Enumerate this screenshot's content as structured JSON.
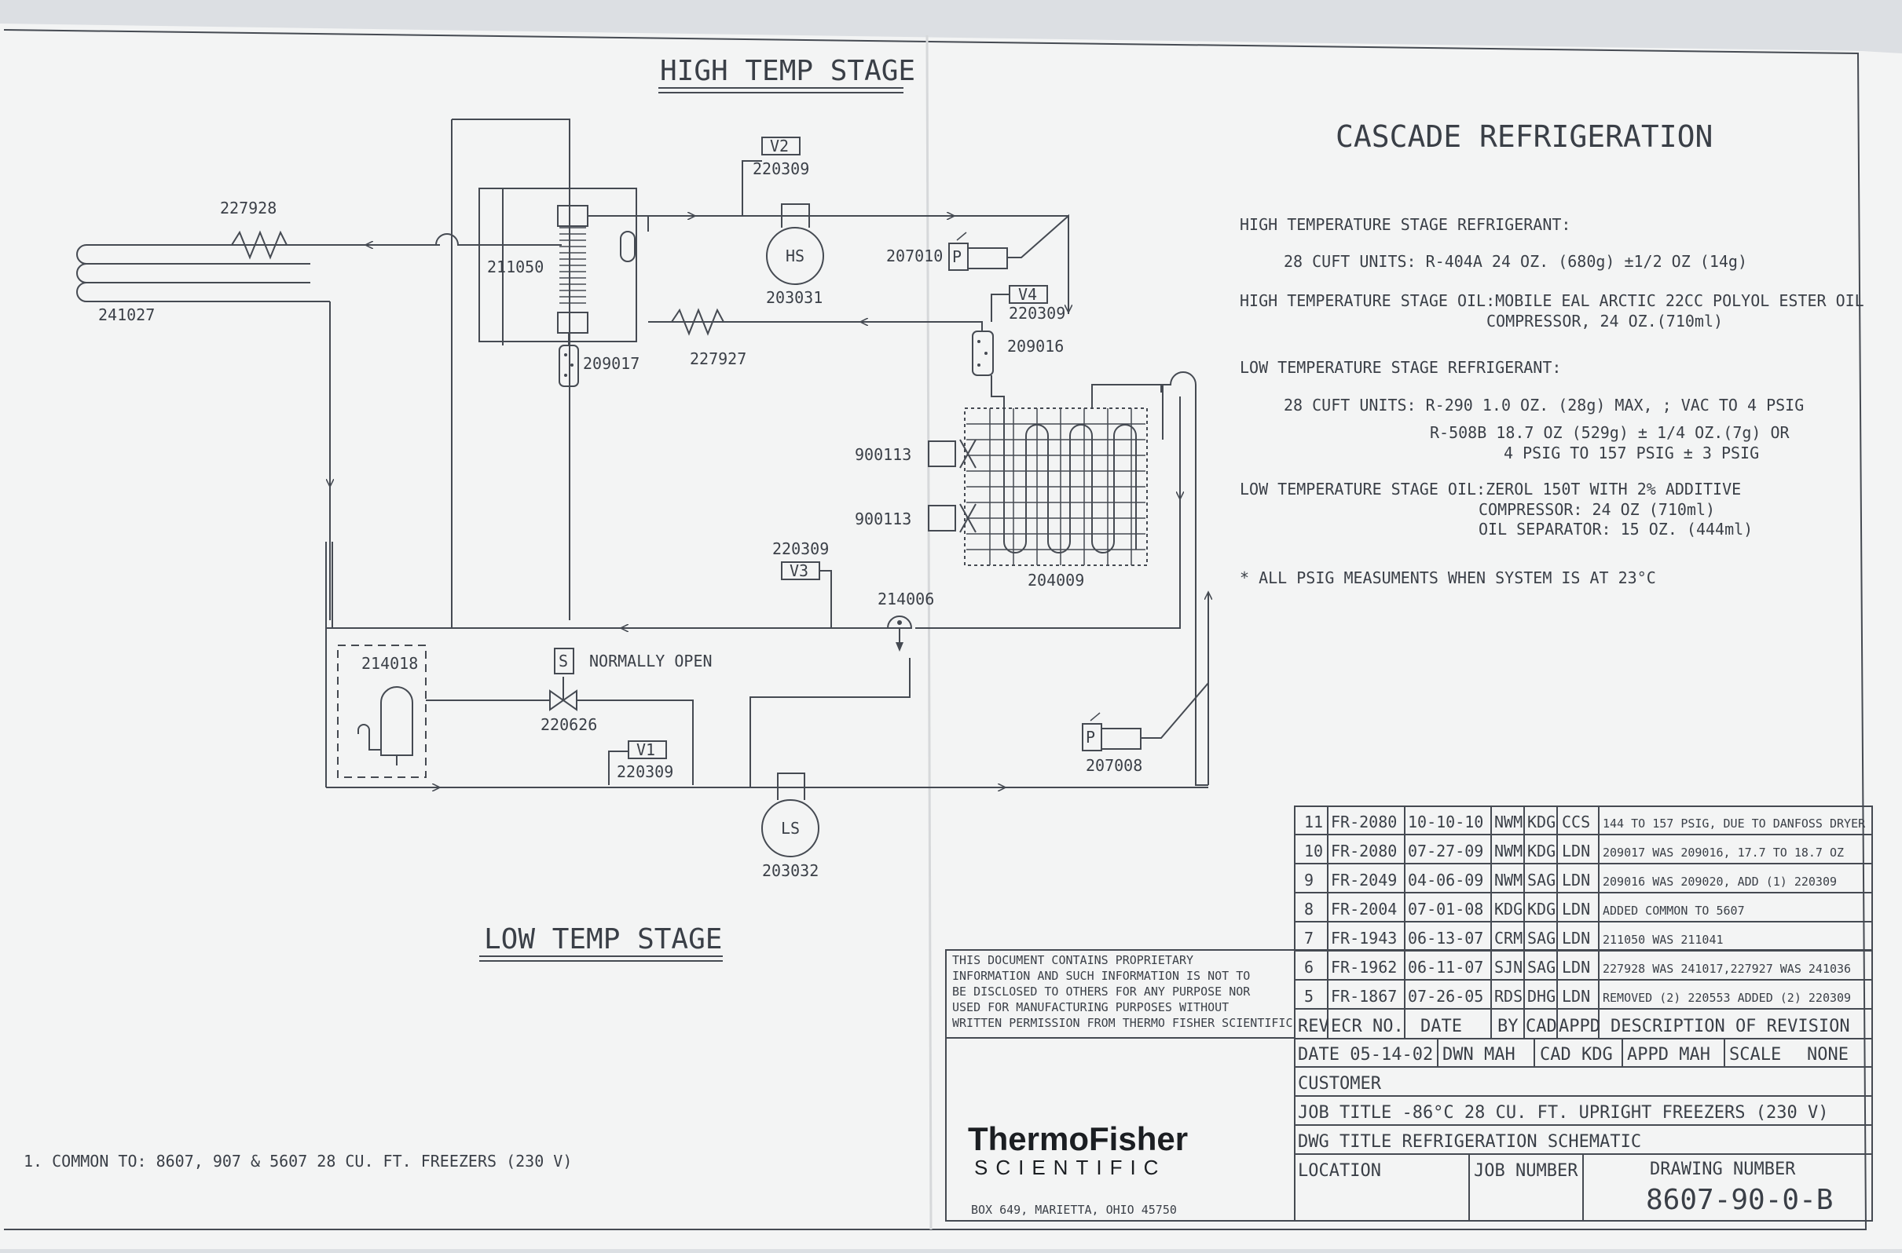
{
  "headings": {
    "high_temp_stage": "HIGH TEMP STAGE",
    "low_temp_stage": "LOW TEMP STAGE",
    "cascade": "CASCADE REFRIGERATION"
  },
  "components": {
    "p227928": "227928",
    "p241027": "241027",
    "p211050": "211050",
    "v2": "V2",
    "v2_part": "220309",
    "hs": "HS",
    "hs_part": "203031",
    "p207010": "207010",
    "p_switch": "P",
    "v4": "V4",
    "v4_part": "220309",
    "p209016": "209016",
    "p227927": "227927",
    "p209017": "209017",
    "p900113_a": "900113",
    "p900113_b": "900113",
    "p204009": "204009",
    "v3_part": "220309",
    "v3": "V3",
    "p214006": "214006",
    "p214018": "214018",
    "solenoid": "S",
    "normally_open": "NORMALLY OPEN",
    "p220626": "220626",
    "v1": "V1",
    "v1_part": "220309",
    "p_switch2": "P",
    "p207008": "207008",
    "ls": "LS",
    "ls_part": "203032"
  },
  "notes": [
    "HIGH TEMPERATURE STAGE REFRIGERANT:",
    "28 CUFT UNITS:  R-404A  24 OZ. (680g) ±1/2 OZ (14g)",
    "HIGH TEMPERATURE STAGE OIL:MOBILE EAL ARCTIC 22CC POLYOL ESTER OIL",
    "COMPRESSOR, 24 OZ.(710ml)",
    "LOW TEMPERATURE STAGE REFRIGERANT:",
    "28 CUFT UNITS:  R-290  1.0 OZ. (28g) MAX, ; VAC TO 4 PSIG",
    "R-508B  18.7 OZ (529g) ± 1/4 OZ.(7g) OR",
    "4 PSIG TO 157 PSIG ± 3 PSIG",
    "LOW TEMPERATURE STAGE OIL:ZEROL 150T WITH 2% ADDITIVE",
    "COMPRESSOR: 24 OZ (710ml)",
    "OIL SEPARATOR: 15 OZ. (444ml)",
    "* ALL PSIG MEASUMENTS WHEN SYSTEM IS AT 23°C"
  ],
  "revisions": [
    {
      "rev": "11",
      "ecr": "FR-2080",
      "date": "10-10-10",
      "by": "NWM",
      "cad": "KDG",
      "appd": "CCS",
      "desc": "144 TO 157 PSIG, DUE TO DANFOSS DRYER"
    },
    {
      "rev": "10",
      "ecr": "FR-2080",
      "date": "07-27-09",
      "by": "NWM",
      "cad": "KDG",
      "appd": "LDN",
      "desc": "209017 WAS 209016, 17.7 TO 18.7 OZ"
    },
    {
      "rev": "9",
      "ecr": "FR-2049",
      "date": "04-06-09",
      "by": "NWM",
      "cad": "SAG",
      "appd": "LDN",
      "desc": "209016 WAS 209020, ADD (1) 220309"
    },
    {
      "rev": "8",
      "ecr": "FR-2004",
      "date": "07-01-08",
      "by": "KDG",
      "cad": "KDG",
      "appd": "LDN",
      "desc": "ADDED COMMON TO 5607"
    },
    {
      "rev": "7",
      "ecr": "FR-1943",
      "date": "06-13-07",
      "by": "CRM",
      "cad": "SAG",
      "appd": "LDN",
      "desc": "211050 WAS 211041"
    },
    {
      "rev": "6",
      "ecr": "FR-1962",
      "date": "06-11-07",
      "by": "SJN",
      "cad": "SAG",
      "appd": "LDN",
      "desc": "227928 WAS 241017,227927 WAS 241036"
    },
    {
      "rev": "5",
      "ecr": "FR-1867",
      "date": "07-26-05",
      "by": "RDS",
      "cad": "DHG",
      "appd": "LDN",
      "desc": "REMOVED (2) 220553 ADDED (2) 220309"
    }
  ],
  "rev_header": {
    "rev": "REV",
    "ecr": "ECR NO.",
    "date": "DATE",
    "by": "BY",
    "cad": "CAD",
    "appd": "APPD",
    "desc": "DESCRIPTION OF REVISION"
  },
  "title_block": {
    "date": "DATE 05-14-02",
    "dwn": "DWN  MAH",
    "cad": "CAD KDG",
    "appd": "APPD MAH",
    "scale": "SCALE",
    "scale_val": "NONE",
    "customer": "CUSTOMER",
    "job_title": "JOB TITLE  -86°C 28  CU. FT. UPRIGHT FREEZERS (230 V)",
    "dwg_title": "DWG TITLE  REFRIGERATION SCHEMATIC",
    "location": "LOCATION",
    "job_number": "JOB NUMBER",
    "drawing_number_label": "DRAWING NUMBER",
    "drawing_number": "8607-90-0-B"
  },
  "proprietary": [
    "THIS DOCUMENT CONTAINS PROPRIETARY",
    "INFORMATION AND SUCH INFORMATION IS NOT TO",
    "BE DISCLOSED TO OTHERS FOR ANY PURPOSE NOR",
    "USED FOR MANUFACTURING PURPOSES WITHOUT",
    "WRITTEN PERMISSION FROM THERMO FISHER SCIENTIFIC"
  ],
  "logo": {
    "line1": "ThermoFisher",
    "line2": "SCIENTIFIC",
    "address": "BOX 649, MARIETTA, OHIO 45750"
  },
  "footnote": "1. COMMON TO: 8607, 907 &  5607  28 CU. FT. FREEZERS (230 V)"
}
